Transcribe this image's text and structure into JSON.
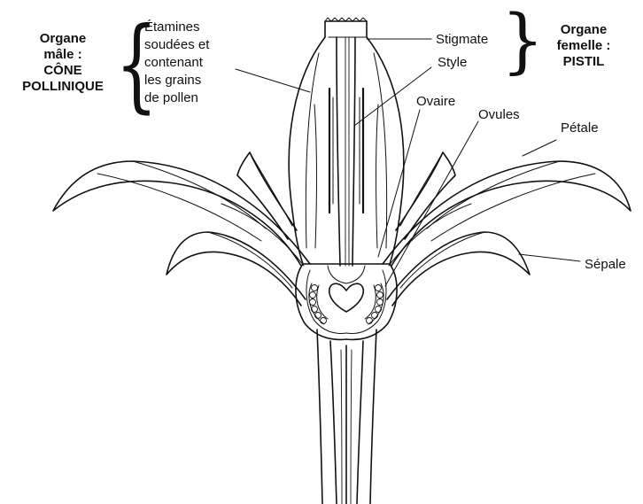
{
  "male_group": {
    "title_lines": [
      "Organe",
      "mâle :",
      "CÔNE",
      "POLLINIQUE"
    ],
    "description_lines": [
      "Étamines",
      "soudées et",
      "contenant",
      "les grains",
      "de pollen"
    ]
  },
  "female_group": {
    "title_lines": [
      "Organe",
      "femelle :",
      "PISTIL"
    ]
  },
  "labels": {
    "stigmate": "Stigmate",
    "style": "Style",
    "ovaire": "Ovaire",
    "ovules": "Ovules",
    "petale": "Pétale",
    "sepale": "Sépale"
  },
  "colors": {
    "ink": "#111111",
    "background": "#ffffff"
  }
}
